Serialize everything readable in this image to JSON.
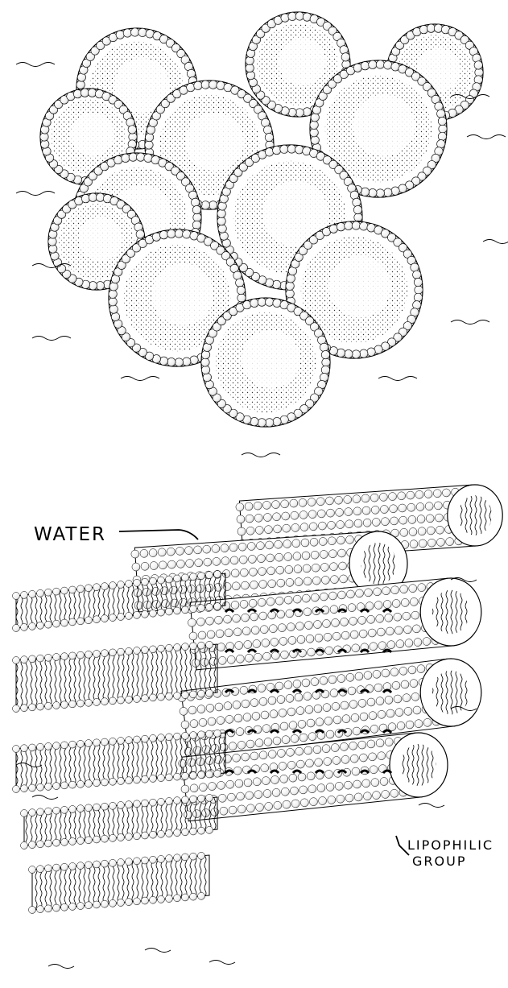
{
  "labels": {
    "water": "WATER",
    "lipophilic_line1": "LIPOPHILIC",
    "lipophilic_line2": "GROUP"
  },
  "colors": {
    "ink": "#000000",
    "paper": "#ffffff",
    "shade": "#444444"
  },
  "figure": {
    "upper_panel": "spherical micelle aggregate",
    "lower_panel": "cylindrical micelle / lamellar bilayer stack"
  }
}
